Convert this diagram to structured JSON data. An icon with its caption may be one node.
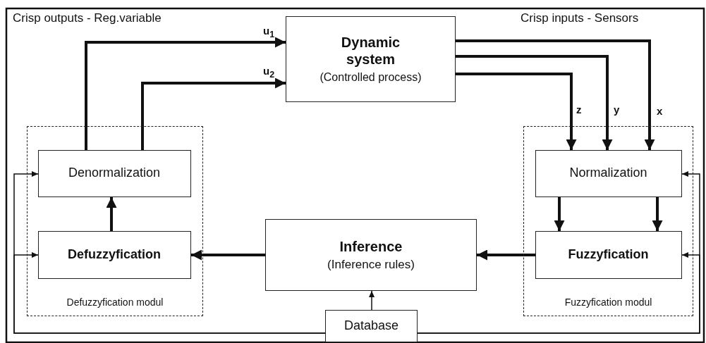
{
  "diagram": {
    "nodes": [
      {
        "text": [
          "Dynamic system",
          "(Controlled process)"
        ]
      },
      {
        "text": [
          "Defuzzyfication modul"
        ]
      },
      {
        "text": [
          "Denormalization"
        ],
        "in": 1
      },
      {
        "text": [
          "Defuzzyfication"
        ],
        "in": 1
      },
      {
        "text": [
          "Inference",
          "(Inference rules)"
        ]
      },
      {
        "text": [
          "Fuzzyfication modul"
        ]
      },
      {
        "text": [
          "Normalization"
        ],
        "in": 5
      },
      {
        "text": [
          "Fuzzyfication"
        ],
        "in": 5
      },
      {
        "text": [
          "Database"
        ]
      }
    ],
    "edges": [
      {
        "from": 2,
        "to": 0,
        "arrow": "to",
        "label": "u$_{1}$"
      },
      {
        "from": 2,
        "to": 0,
        "arrow": "to",
        "label": "u$_{2}$"
      },
      {
        "from": 0,
        "to": 6,
        "arrow": "to",
        "label": "z"
      },
      {
        "from": 0,
        "to": 6,
        "arrow": "to",
        "label": "y"
      },
      {
        "from": 0,
        "to": 6,
        "arrow": "to",
        "label": "x"
      },
      {
        "from": 6,
        "to": 7,
        "arrow": "to"
      },
      {
        "from": 6,
        "to": 7,
        "arrow": "to"
      },
      {
        "from": 7,
        "to": 4,
        "arrow": "to"
      },
      {
        "from": 4,
        "to": 3,
        "arrow": "to"
      },
      {
        "from": 3,
        "to": 2,
        "arrow": "to"
      },
      {
        "from": 8,
        "to": 4,
        "arrow": "to"
      },
      {
        "from": 8,
        "to": 2,
        "arrow": "to"
      },
      {
        "from": 8,
        "to": 3,
        "arrow": "to"
      },
      {
        "from": 8,
        "to": 6,
        "arrow": "to"
      },
      {
        "from": 8,
        "to": 7,
        "arrow": "to"
      }
    ],
    "labels": [
      "Crisp outputs - Reg.variable",
      "Crisp inputs - Sensors"
    ]
  }
}
